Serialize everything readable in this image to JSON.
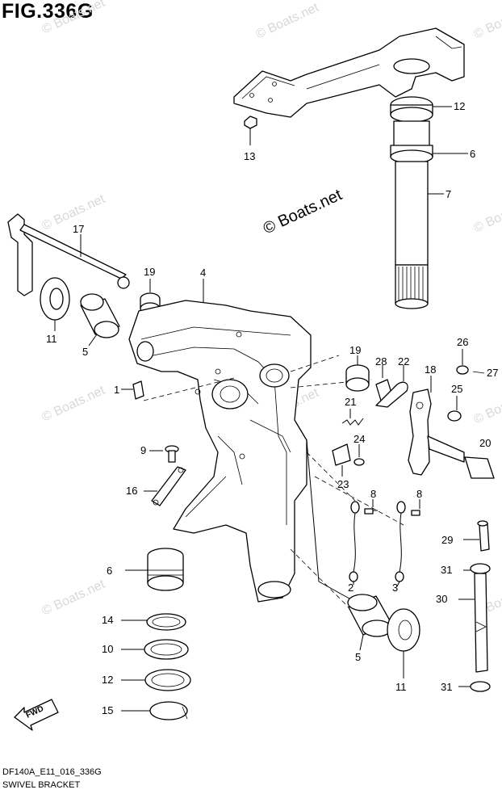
{
  "figure": {
    "title": "FIG.336G",
    "code": "DF140A_E11_016_336G",
    "name": "SWIVEL BRACKET"
  },
  "watermark": {
    "main": "© Boats.net",
    "repeat": "© Boats.net"
  },
  "fwd_label": "FWD",
  "callouts": [
    "1",
    "2",
    "3",
    "4",
    "5",
    "5",
    "6",
    "6",
    "7",
    "8",
    "8",
    "9",
    "10",
    "11",
    "11",
    "12",
    "12",
    "13",
    "14",
    "15",
    "16",
    "17",
    "18",
    "19",
    "19",
    "20",
    "21",
    "22",
    "23",
    "24",
    "25",
    "26",
    "27",
    "28",
    "29",
    "30",
    "31",
    "31"
  ]
}
